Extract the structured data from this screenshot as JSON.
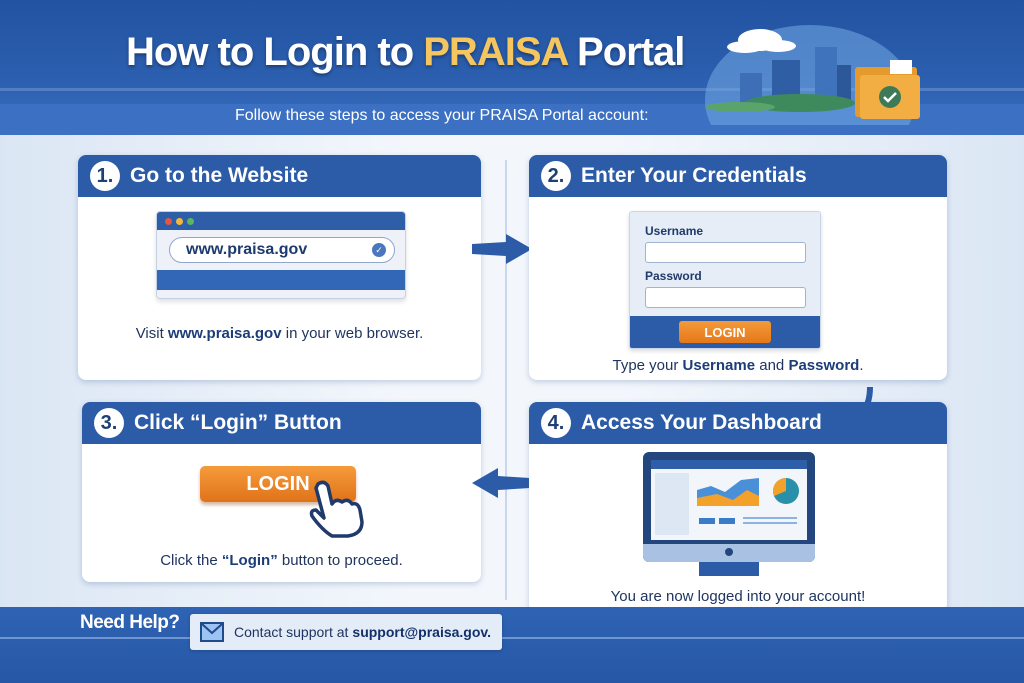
{
  "header": {
    "title_prefix": "How to Login to ",
    "title_accent": "PRAISA",
    "title_suffix": " Portal",
    "subtitle": "Follow these steps to access your PRAISA Portal account:",
    "accent_color": "#f5c560"
  },
  "steps": [
    {
      "number": "1.",
      "title": "Go to the Website",
      "url": "www.praisa.gov",
      "caption_prefix": "Visit ",
      "caption_bold": "www.praisa.gov",
      "caption_suffix": " in your web browser."
    },
    {
      "number": "2.",
      "title": "Enter Your Credentials",
      "username_label": "Username",
      "password_label": "Password",
      "username_value": "",
      "password_value": "",
      "login_label": "LOGIN",
      "caption_prefix": "Type your ",
      "caption_bold1": "Username",
      "caption_mid": " and ",
      "caption_bold2": "Password",
      "caption_suffix": "."
    },
    {
      "number": "3.",
      "title": "Click “Login” Button",
      "login_label": "LOGIN",
      "caption_prefix": "Click the ",
      "caption_bold": "“Login”",
      "caption_suffix": " button to proceed."
    },
    {
      "number": "4.",
      "title": "Access Your Dashboard",
      "caption": "You are now logged into your account!"
    }
  ],
  "footer": {
    "need_help": "Need Help?",
    "contact_prefix": "Contact support at",
    "contact_email": "support@praisa.gov."
  },
  "colors": {
    "primary_blue": "#2c5ca8",
    "login_orange": "#e8801f",
    "text_dark": "#1f3560"
  },
  "icons": [
    "mail-icon",
    "check-icon",
    "folder-icon",
    "hand-pointer-icon",
    "arrow-right-icon",
    "arrow-left-icon",
    "curved-arrow-icon",
    "monitor-icon"
  ]
}
